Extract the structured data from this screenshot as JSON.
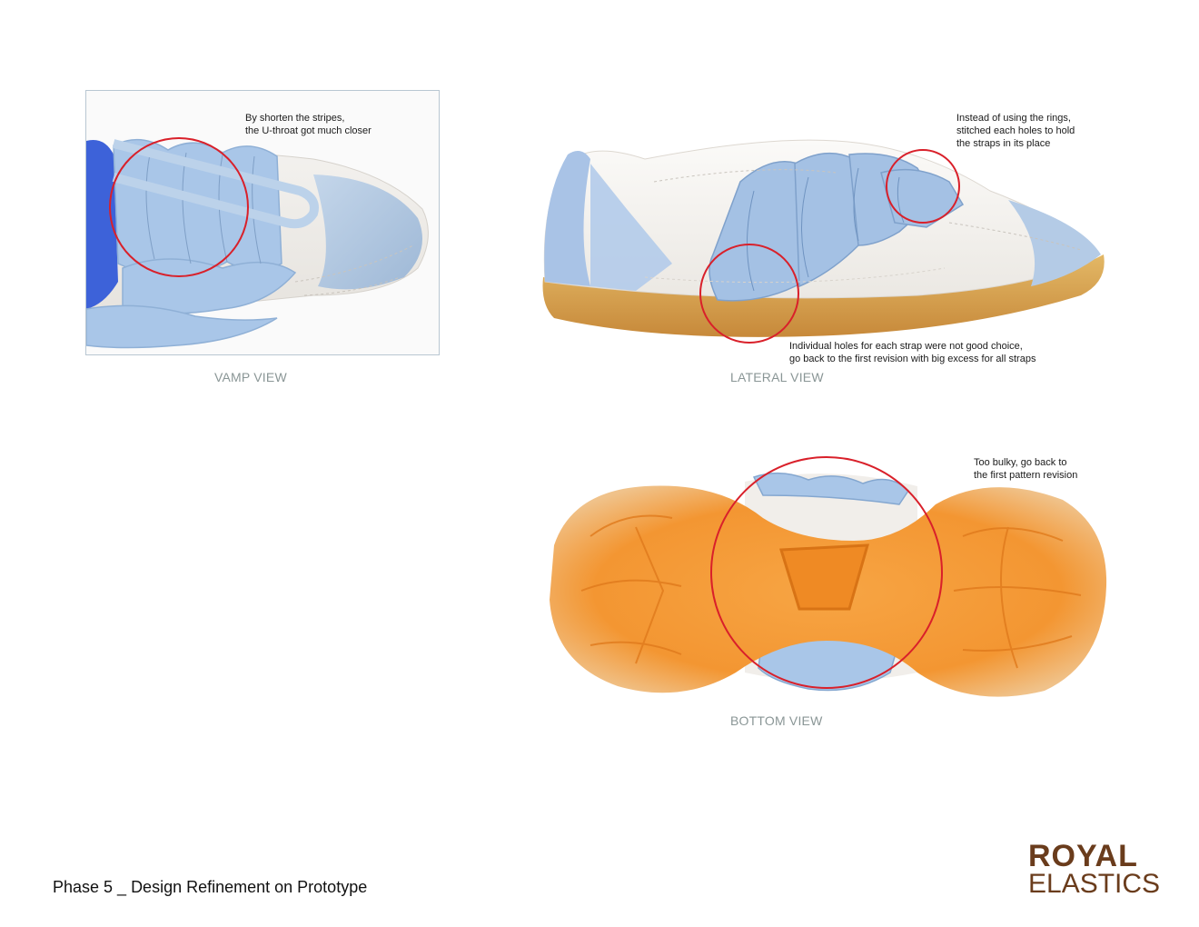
{
  "notes": {
    "vamp": "By shorten the stripes,\nthe U-throat got much closer",
    "rings": "Instead of using the rings,\nstitched each holes to hold\nthe straps in its place",
    "holes": "Individual holes for each strap were not good choice,\ngo back to the first revision with big excess for all straps",
    "bulky": "Too bulky, go back to\nthe first pattern revision"
  },
  "labels": {
    "vamp_view": "VAMP VIEW",
    "lateral_view": "LATERAL VIEW",
    "bottom_view": "BOTTOM VIEW"
  },
  "footer": {
    "title": "Phase 5 _ Design Refinement on Prototype"
  },
  "logo": {
    "line1": "ROYAL",
    "line2": "ELASTICS"
  },
  "colors": {
    "highlight_circle": "#d9202a",
    "strap_blue": "#a9c6e8",
    "sole_orange": "#f0902a",
    "gum_sole": "#d7a24e",
    "leather_white": "#f6f3ee",
    "logo_brown": "#6a3c1c",
    "label_gray": "#8a9696"
  }
}
